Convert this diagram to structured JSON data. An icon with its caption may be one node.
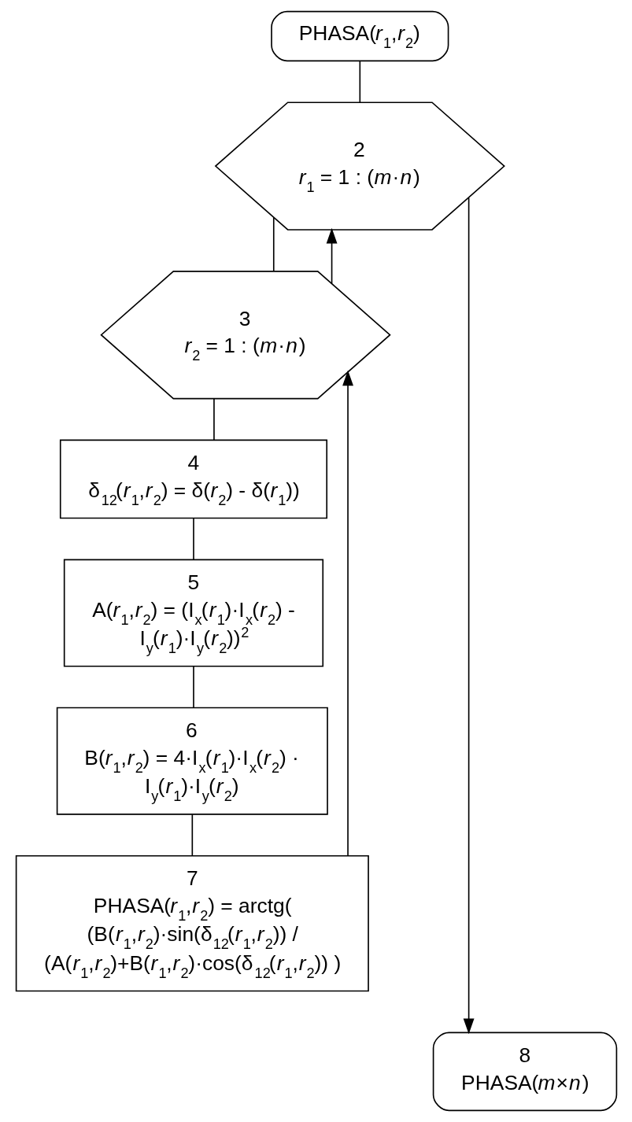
{
  "diagram": {
    "nodes": [
      {
        "text": [
          "PHASA(*r*$_{1}$,*r*$_{2}$)"
        ]
      },
      {
        "text": [
          "2",
          "*r*$_{1}$ = 1 : (*m*·*n*)"
        ]
      },
      {
        "text": [
          "3",
          "*r*$_{2}$ = 1 : (*m*·*n*)"
        ]
      },
      {
        "text": [
          "4",
          "δ$_{12}$(*r*$_{1}$,*r*$_{2}$) = δ(*r*$_{2}$) - δ(*r*$_{1}$))"
        ]
      },
      {
        "text": [
          "5",
          "A(*r*$_{1}$,*r*$_{2}$) = (I$_{x}$(*r*$_{1}$)·I$_{x}$(*r*$_{2}$) - I$_{y}$(*r*$_{1}$)·I$_{y}$(*r*$_{2}$))$^{2}$"
        ]
      },
      {
        "text": [
          "6",
          "B(*r*$_{1}$,*r*$_{2}$) = 4·I$_{x}$(*r*$_{1}$)·I$_{x}$(*r*$_{2}$) · I$_{y}$(*r*$_{1}$)·I$_{y}$(*r*$_{2}$)"
        ]
      },
      {
        "text": [
          "7",
          "PHASA(*r*$_{1}$,*r*$_{2}$) = arctg( (B(*r*$_{1}$,*r*$_{2}$)·sin(δ$_{12}$(*r*$_{1}$,*r*$_{2}$)) / (A(*r*$_{1}$,*r*$_{2}$)+B(*r*$_{1}$,*r*$_{2}$)·cos(δ$_{12}$(*r*$_{1}$,*r*$_{2}$)) )"
        ]
      },
      {
        "text": [
          "8",
          "PHASA(*m*×*n*)"
        ]
      }
    ],
    "edges": [
      {
        "from": 0,
        "to": 1,
        "arrow": "none"
      },
      {
        "from": 1,
        "to": 2,
        "arrow": "none"
      },
      {
        "from": 2,
        "to": 1,
        "arrow": "to"
      },
      {
        "from": 2,
        "to": 3,
        "arrow": "none"
      },
      {
        "from": 3,
        "to": 4,
        "arrow": "none"
      },
      {
        "from": 4,
        "to": 5,
        "arrow": "none"
      },
      {
        "from": 5,
        "to": 6,
        "arrow": "none"
      },
      {
        "from": 6,
        "to": 2,
        "arrow": "to"
      },
      {
        "from": 1,
        "to": 7,
        "arrow": "to"
      }
    ]
  }
}
